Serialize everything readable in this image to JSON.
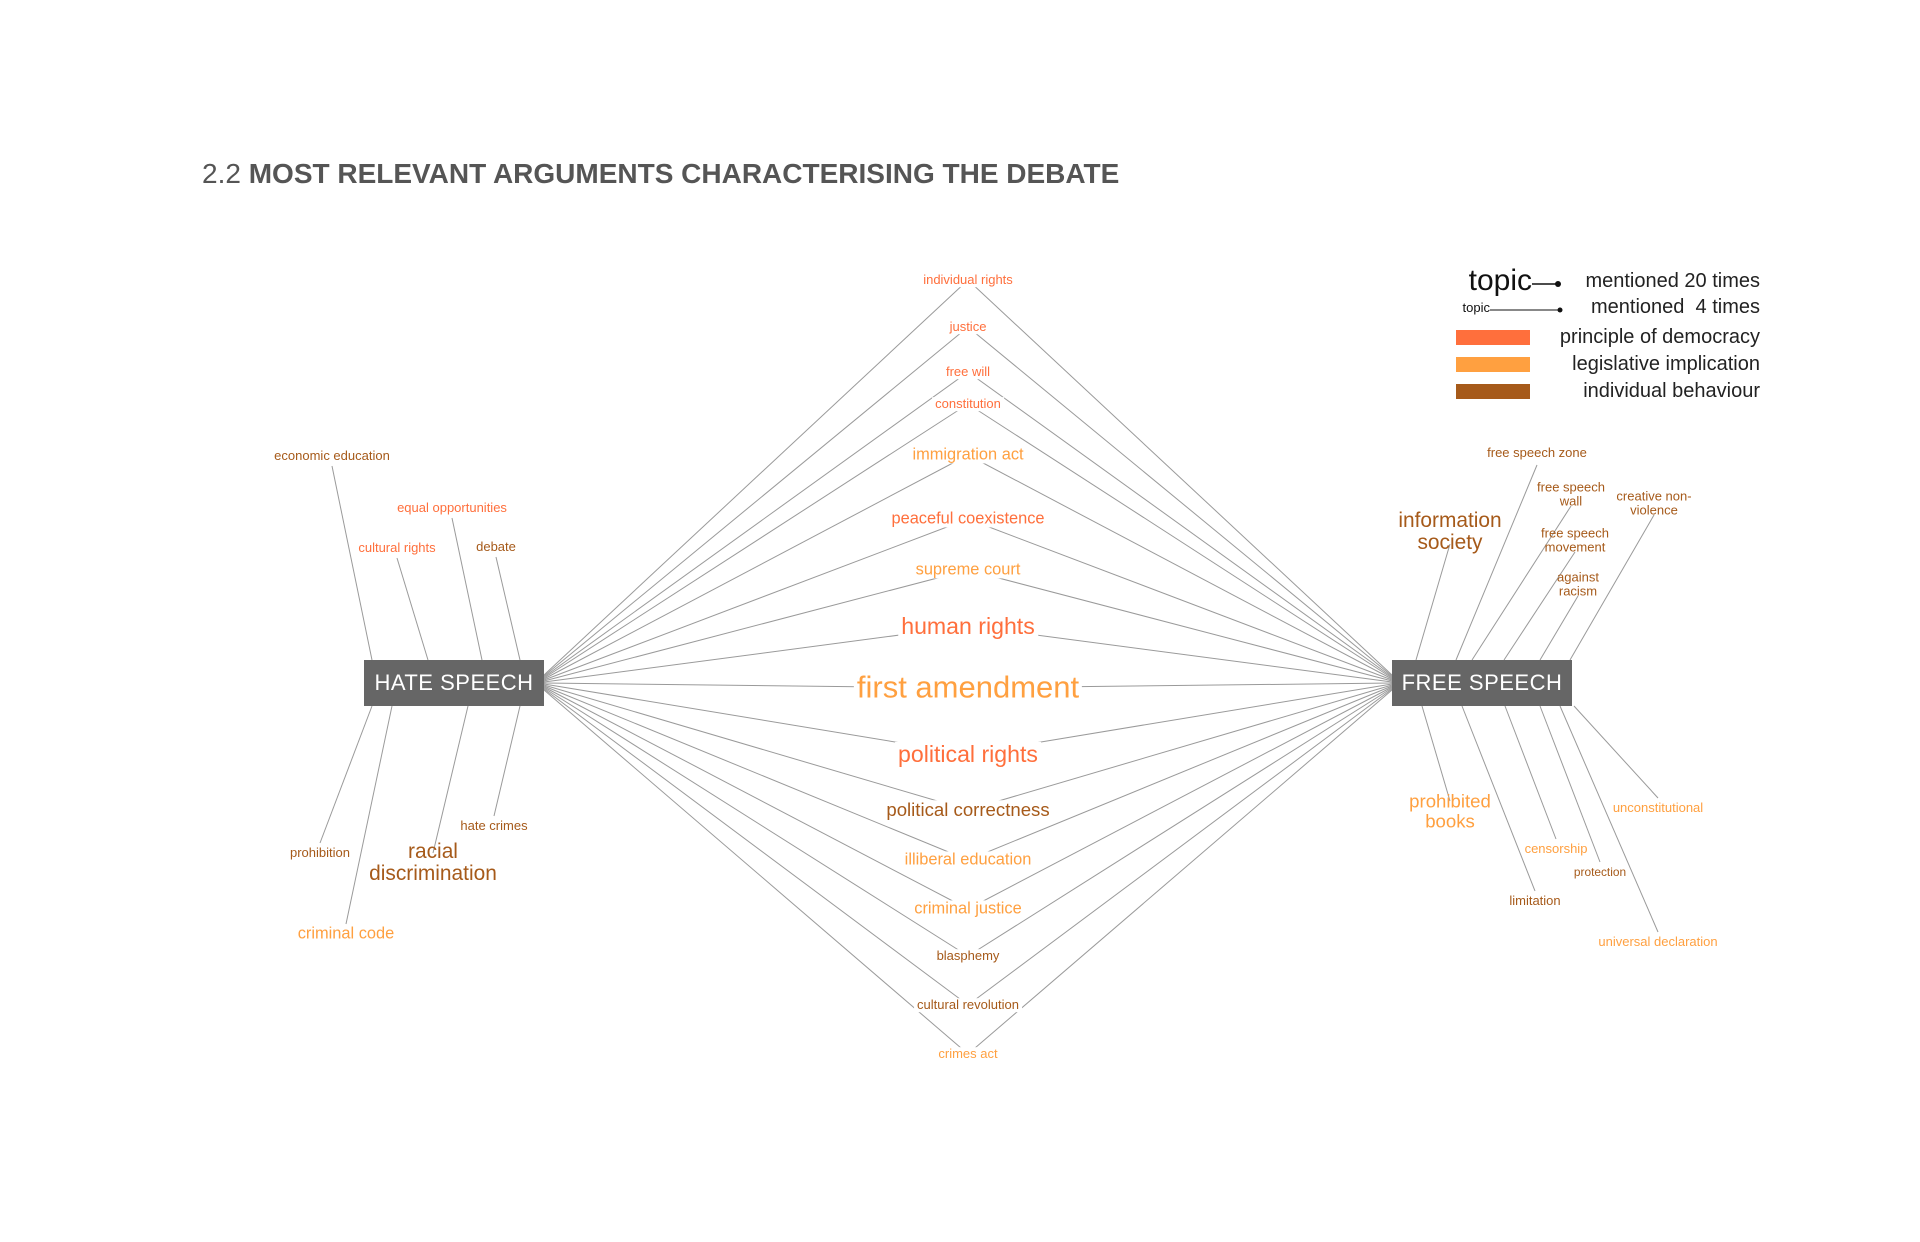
{
  "title": {
    "number": "2.2",
    "text": "MOST RELEVANT ARGUMENTS CHARACTERISING THE DEBATE"
  },
  "hubs": {
    "hate": "HATE SPEECH",
    "free": "FREE SPEECH"
  },
  "colors": {
    "principle_of_democracy": "#ff6f3c",
    "legislative_implication": "#ffa040",
    "individual_behaviour": "#a65a1a",
    "line": "#9a9a9a",
    "hub": "#666666"
  },
  "legend": {
    "size_big_word": "topic",
    "size_big_label": "mentioned 20 times",
    "size_small_word": "topic",
    "size_small_label": "mentioned  4 times",
    "cat_principle": "principle of democracy",
    "cat_legislative": "legislative implication",
    "cat_individual": "individual behaviour"
  },
  "shared_topics": [
    {
      "label": "individual rights",
      "category": "principle",
      "mentions": 4
    },
    {
      "label": "justice",
      "category": "principle",
      "mentions": 4
    },
    {
      "label": "free will",
      "category": "principle",
      "mentions": 4
    },
    {
      "label": "constitution",
      "category": "principle",
      "mentions": 4
    },
    {
      "label": "immigration act",
      "category": "legislative",
      "mentions": 7
    },
    {
      "label": "peaceful coexistence",
      "category": "principle",
      "mentions": 7
    },
    {
      "label": "supreme court",
      "category": "legislative",
      "mentions": 7
    },
    {
      "label": "human rights",
      "category": "principle",
      "mentions": 13
    },
    {
      "label": "first amendment",
      "category": "legislative",
      "mentions": 20
    },
    {
      "label": "political rights",
      "category": "principle",
      "mentions": 13
    },
    {
      "label": "political correctness",
      "category": "individual",
      "mentions": 9
    },
    {
      "label": "illiberal education",
      "category": "legislative",
      "mentions": 7
    },
    {
      "label": "criminal justice",
      "category": "legislative",
      "mentions": 7
    },
    {
      "label": "blasphemy",
      "category": "individual",
      "mentions": 4
    },
    {
      "label": "cultural revolution",
      "category": "individual",
      "mentions": 4
    },
    {
      "label": "crimes act",
      "category": "legislative",
      "mentions": 4
    }
  ],
  "hate_topics": [
    {
      "label": "economic education",
      "category": "individual",
      "mentions": 4
    },
    {
      "label": "equal opportunities",
      "category": "principle",
      "mentions": 4
    },
    {
      "label": "cultural rights",
      "category": "principle",
      "mentions": 4
    },
    {
      "label": "debate",
      "category": "individual",
      "mentions": 4
    },
    {
      "label": "hate crimes",
      "category": "individual",
      "mentions": 4
    },
    {
      "label": "prohibition",
      "category": "individual",
      "mentions": 4
    },
    {
      "label": "racial discrimination",
      "category": "individual",
      "mentions": 11
    },
    {
      "label": "criminal code",
      "category": "legislative",
      "mentions": 7
    }
  ],
  "free_topics": [
    {
      "label": "free speech zone",
      "category": "individual",
      "mentions": 4
    },
    {
      "label": "free speech wall",
      "category": "individual",
      "mentions": 4
    },
    {
      "label": "creative non-violence",
      "category": "individual",
      "mentions": 4
    },
    {
      "label": "information society",
      "category": "individual",
      "mentions": 11
    },
    {
      "label": "free speech movement",
      "category": "individual",
      "mentions": 4
    },
    {
      "label": "against racism",
      "category": "individual",
      "mentions": 4
    },
    {
      "label": "unconstitutional",
      "category": "legislative",
      "mentions": 4
    },
    {
      "label": "prohibited books",
      "category": "legislative",
      "mentions": 9
    },
    {
      "label": "censorship",
      "category": "legislative",
      "mentions": 4
    },
    {
      "label": "protection",
      "category": "individual",
      "mentions": 3
    },
    {
      "label": "limitation",
      "category": "individual",
      "mentions": 4
    },
    {
      "label": "universal declaration",
      "category": "legislative",
      "mentions": 4
    }
  ]
}
